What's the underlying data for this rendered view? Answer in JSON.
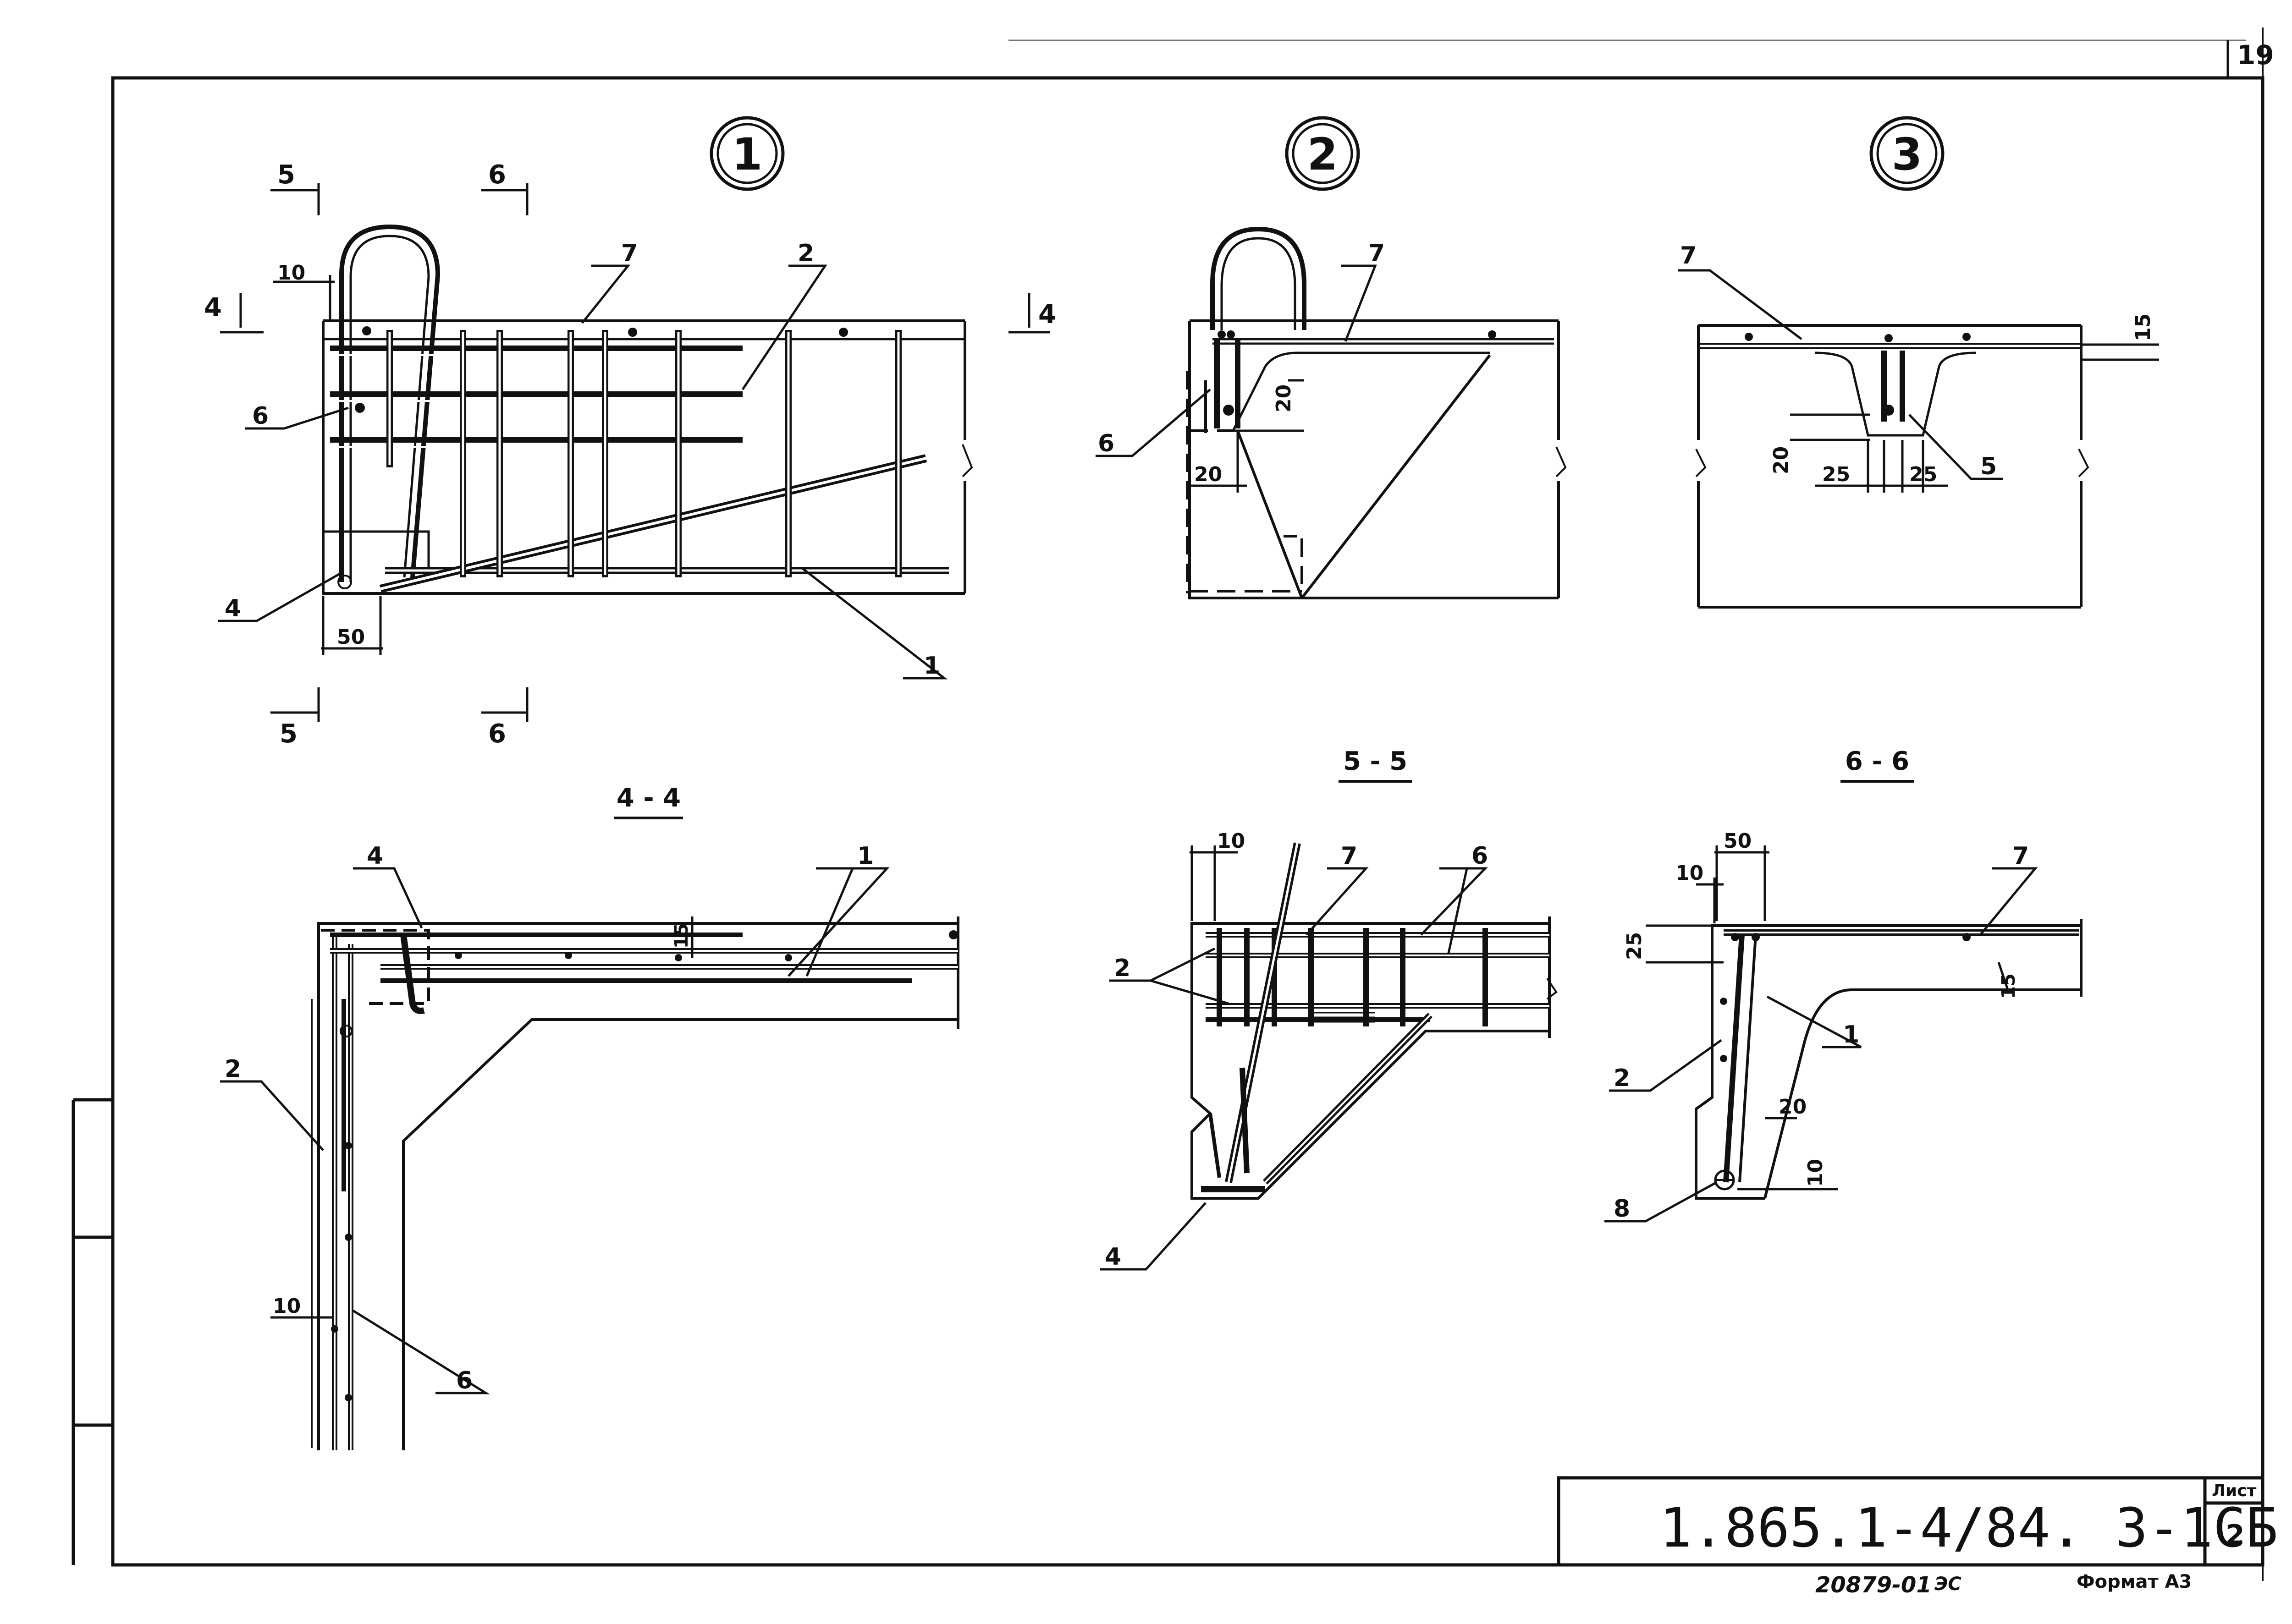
{
  "sheet": {
    "page_number": "19",
    "document_code": "1.865.1-4/84. 3-1СБ",
    "sheet_label": "Лист",
    "sheet_number": "2",
    "inventory_number": "20879-01",
    "format": "Формат А3",
    "initials": "ЭС"
  },
  "views": [
    {
      "id": "1",
      "title": "1"
    },
    {
      "id": "2",
      "title": "2"
    },
    {
      "id": "3",
      "title": "3"
    }
  ],
  "sections": [
    {
      "title": "4 - 4"
    },
    {
      "title": "5 - 5"
    },
    {
      "title": "6 - 6"
    }
  ],
  "cut_marks": {
    "c4": "4",
    "c5": "5",
    "c6": "6"
  },
  "callouts": {
    "p1": "1",
    "p2": "2",
    "p4": "4",
    "p5": "5",
    "p6": "6",
    "p7": "7",
    "p8": "8"
  },
  "dims": {
    "d10": "10",
    "d15": "15",
    "d20": "20",
    "d25": "25",
    "d50": "50"
  }
}
